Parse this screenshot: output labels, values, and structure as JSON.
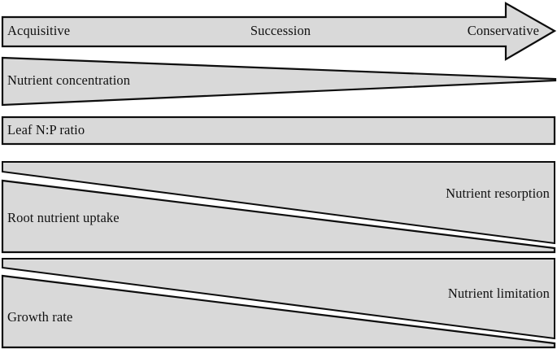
{
  "figure": {
    "type": "conceptual-gradient-diagram",
    "fill_color": "#d9d9d9",
    "stroke_color": "#0d0d0d",
    "background_color": "#ffffff"
  },
  "axis_arrow": {
    "name": "succession-axis-arrow",
    "direction": "left-to-right",
    "left_label": "Acquisitive",
    "center_label": "Succession",
    "right_label": "Conservative"
  },
  "bands": [
    {
      "id": "nutrient-concentration",
      "shape": "tapering-wedge-decreasing",
      "label": "Nutrient concentration",
      "label_align": "left",
      "trend": "decreasing"
    },
    {
      "id": "leaf-np-ratio",
      "shape": "rectangle-constant",
      "label": "Leaf N:P ratio",
      "label_align": "left",
      "trend": "constant"
    },
    {
      "id": "root-nutrient-uptake",
      "shape": "crossing-wedges",
      "label": "Root nutrient uptake",
      "label_align": "left",
      "trend": "decreasing",
      "counterpart_label": "Nutrient resorption",
      "counterpart_align": "right",
      "counterpart_trend": "increasing"
    },
    {
      "id": "growth-rate",
      "shape": "crossing-wedges",
      "label": "Growth rate",
      "label_align": "left",
      "trend": "decreasing",
      "counterpart_label": "Nutrient limitation",
      "counterpart_align": "right",
      "counterpart_trend": "increasing"
    }
  ]
}
